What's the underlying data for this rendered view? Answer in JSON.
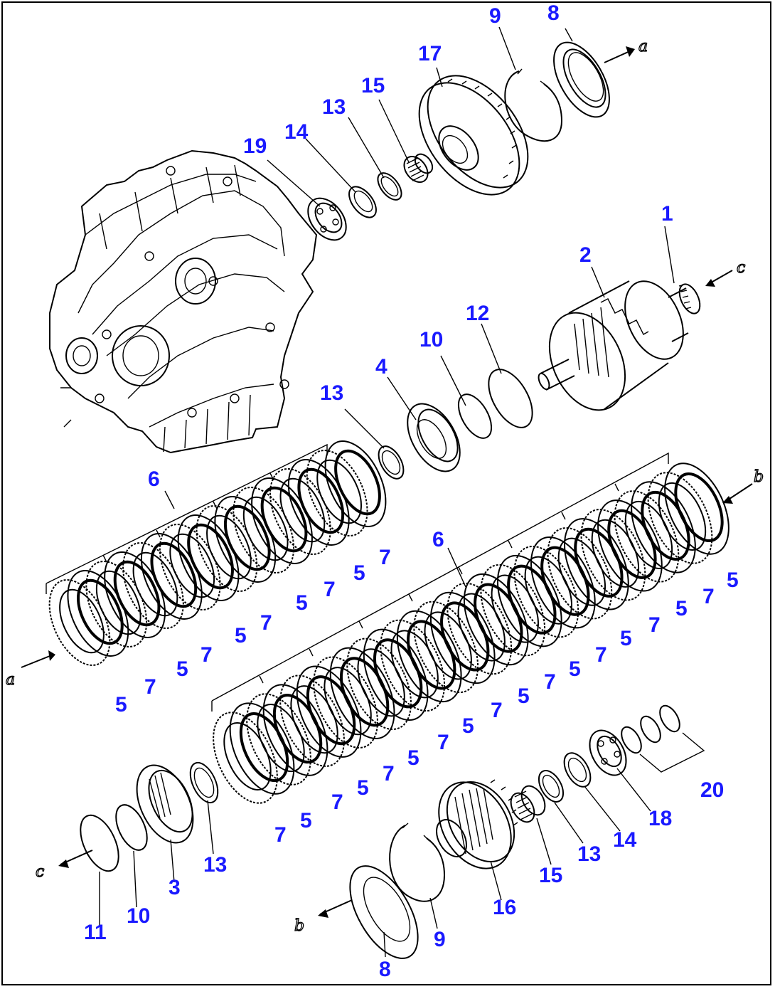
{
  "callouts": [
    {
      "id": "c1",
      "text": "1"
    },
    {
      "id": "c2",
      "text": "2"
    },
    {
      "id": "c3",
      "text": "3"
    },
    {
      "id": "c4",
      "text": "4"
    },
    {
      "id": "c5a",
      "text": "5"
    },
    {
      "id": "c5b",
      "text": "5"
    },
    {
      "id": "c5c",
      "text": "5"
    },
    {
      "id": "c5d",
      "text": "5"
    },
    {
      "id": "c5e",
      "text": "5"
    },
    {
      "id": "c5f",
      "text": "5"
    },
    {
      "id": "c5g",
      "text": "5"
    },
    {
      "id": "c5h",
      "text": "5"
    },
    {
      "id": "c5i",
      "text": "5"
    },
    {
      "id": "c5j",
      "text": "5"
    },
    {
      "id": "c5k",
      "text": "5"
    },
    {
      "id": "c5l",
      "text": "5"
    },
    {
      "id": "c5m",
      "text": "5"
    },
    {
      "id": "c5n",
      "text": "5"
    },
    {
      "id": "c5o",
      "text": "5"
    },
    {
      "id": "c6a",
      "text": "6"
    },
    {
      "id": "c6b",
      "text": "6"
    },
    {
      "id": "c7a",
      "text": "7"
    },
    {
      "id": "c7b",
      "text": "7"
    },
    {
      "id": "c7c",
      "text": "7"
    },
    {
      "id": "c7d",
      "text": "7"
    },
    {
      "id": "c7e",
      "text": "7"
    },
    {
      "id": "c7f",
      "text": "7"
    },
    {
      "id": "c7g",
      "text": "7"
    },
    {
      "id": "c7h",
      "text": "7"
    },
    {
      "id": "c7i",
      "text": "7"
    },
    {
      "id": "c7j",
      "text": "7"
    },
    {
      "id": "c7k",
      "text": "7"
    },
    {
      "id": "c7l",
      "text": "7"
    },
    {
      "id": "c7m",
      "text": "7"
    },
    {
      "id": "c7n",
      "text": "7"
    },
    {
      "id": "c7o",
      "text": "7"
    },
    {
      "id": "c7p",
      "text": "7"
    },
    {
      "id": "c8a",
      "text": "8"
    },
    {
      "id": "c8b",
      "text": "8"
    },
    {
      "id": "c9a",
      "text": "9"
    },
    {
      "id": "c9b",
      "text": "9"
    },
    {
      "id": "c10a",
      "text": "10"
    },
    {
      "id": "c10b",
      "text": "10"
    },
    {
      "id": "c11",
      "text": "11"
    },
    {
      "id": "c12",
      "text": "12"
    },
    {
      "id": "c13a",
      "text": "13"
    },
    {
      "id": "c13b",
      "text": "13"
    },
    {
      "id": "c13c",
      "text": "13"
    },
    {
      "id": "c13d",
      "text": "13"
    },
    {
      "id": "c14a",
      "text": "14"
    },
    {
      "id": "c14b",
      "text": "14"
    },
    {
      "id": "c15a",
      "text": "15"
    },
    {
      "id": "c15b",
      "text": "15"
    },
    {
      "id": "c16",
      "text": "16"
    },
    {
      "id": "c17",
      "text": "17"
    },
    {
      "id": "c18",
      "text": "18"
    },
    {
      "id": "c19",
      "text": "19"
    },
    {
      "id": "c20",
      "text": "20"
    }
  ],
  "refs": [
    {
      "id": "ra1",
      "text": "a"
    },
    {
      "id": "ra2",
      "text": "a"
    },
    {
      "id": "rb1",
      "text": "b"
    },
    {
      "id": "rb2",
      "text": "b"
    },
    {
      "id": "rc1",
      "text": "c"
    },
    {
      "id": "rc2",
      "text": "c"
    }
  ],
  "colors": {
    "callout": "#1a1aff",
    "line": "#000000",
    "background": "#ffffff"
  }
}
